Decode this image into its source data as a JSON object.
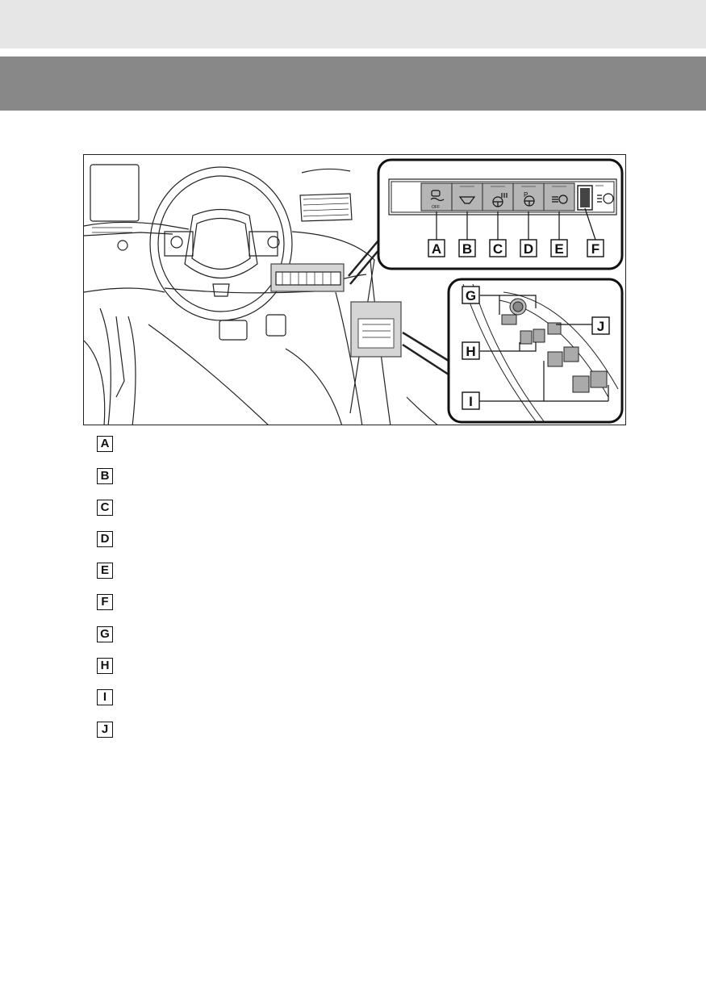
{
  "figure": {
    "panel_switch_labels": [
      "A",
      "B",
      "C",
      "D",
      "E",
      "F"
    ],
    "door_switch_labels": [
      "G",
      "H",
      "I",
      "J"
    ],
    "icons": [
      "vsc-off-icon",
      "wiper-de-icer-icon",
      "steering-heater-icon",
      "parking-support-icon",
      "auto-high-beam-icon",
      "headlight-level-icon"
    ]
  },
  "legend": {
    "items": [
      "A",
      "B",
      "C",
      "D",
      "E",
      "F",
      "G",
      "H",
      "I",
      "J"
    ]
  }
}
